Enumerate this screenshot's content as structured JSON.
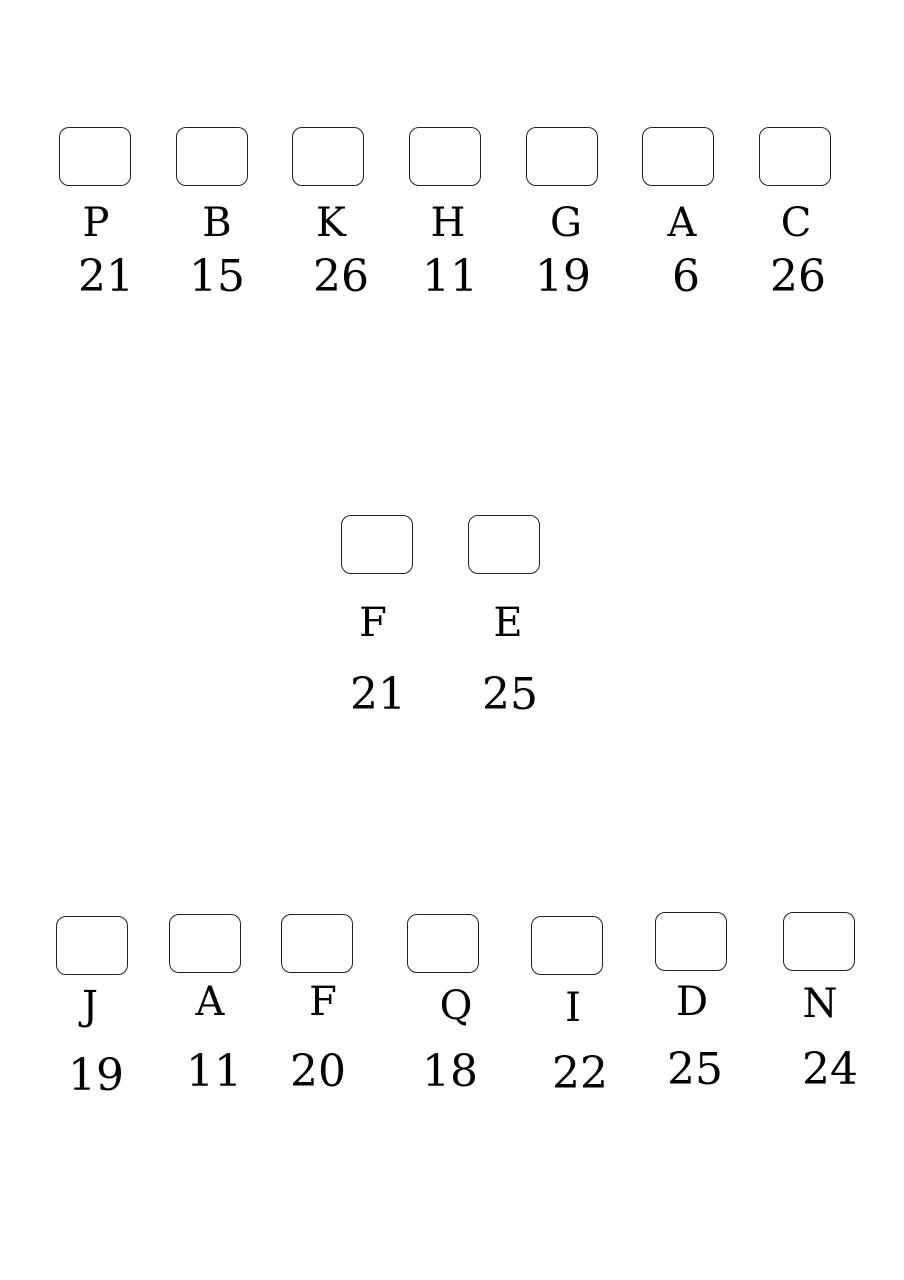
{
  "rows": [
    {
      "items": [
        {
          "letter": "P",
          "number": "21"
        },
        {
          "letter": "B",
          "number": "15"
        },
        {
          "letter": "K",
          "number": "26"
        },
        {
          "letter": "H",
          "number": "11"
        },
        {
          "letter": "G",
          "number": "19"
        },
        {
          "letter": "A",
          "number": "6"
        },
        {
          "letter": "C",
          "number": "26"
        }
      ]
    },
    {
      "items": [
        {
          "letter": "F",
          "number": "21"
        },
        {
          "letter": "E",
          "number": "25"
        }
      ]
    },
    {
      "items": [
        {
          "letter": "J",
          "number": "19"
        },
        {
          "letter": "A",
          "number": "11"
        },
        {
          "letter": "F",
          "number": "20"
        },
        {
          "letter": "Q",
          "number": "18"
        },
        {
          "letter": "I",
          "number": "22"
        },
        {
          "letter": "D",
          "number": "25"
        },
        {
          "letter": "N",
          "number": "24"
        }
      ]
    }
  ]
}
